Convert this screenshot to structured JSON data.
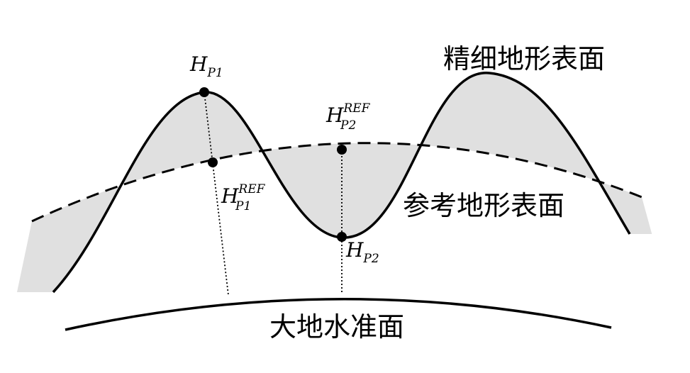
{
  "labels": {
    "fine_terrain": "精细地形表面",
    "reference_terrain": "参考地形表面",
    "geoid": "大地水准面"
  },
  "points": {
    "hp1": {
      "base": "H",
      "sub": "P1",
      "sup": ""
    },
    "hp1_ref": {
      "base": "H",
      "sub": "P1",
      "sup": "REF"
    },
    "hp2_ref": {
      "base": "H",
      "sub": "P2",
      "sup": "REF"
    },
    "hp2": {
      "base": "H",
      "sub": "P2",
      "sup": ""
    }
  },
  "colors": {
    "fill": "#e0e0e0",
    "stroke": "#000000"
  }
}
